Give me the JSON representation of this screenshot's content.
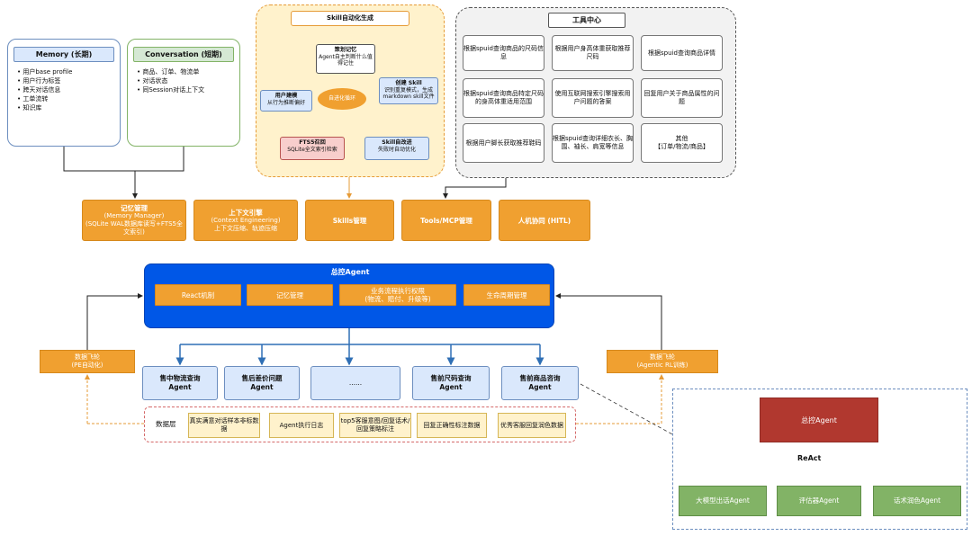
{
  "memory": {
    "title": "Memory (长期)",
    "items": [
      "用户base profile",
      "用户行为标签",
      "跨天对话信息",
      "工单流转",
      "知识库"
    ]
  },
  "conversation": {
    "title": "Conversation (短期)",
    "items": [
      "商品、订单、物流单",
      "对话状态",
      "同Session对话上下文"
    ]
  },
  "skill_gen": {
    "title": "Skill自动化生成",
    "plan": {
      "title": "策划记忆",
      "desc": "Agent自主判断什么值得记住"
    },
    "create": {
      "title": "创建 Skill",
      "desc": "识别重复模式，生成markdown skill文件"
    },
    "user_model": {
      "title": "用户建模",
      "desc": "从行为推断偏好"
    },
    "center": "自进化循环",
    "fts5": {
      "title": "FTS5召回",
      "desc": "SQLite全文索引检索"
    },
    "improve": {
      "title": "Skill自改进",
      "desc": "失败时自动优化"
    }
  },
  "tool_center": {
    "title": "工具中心",
    "cells": [
      "根据spuid查询商品的尺码信息",
      "根据用户身高体重获取推荐尺码",
      "根据spuid查询商品详情",
      "根据spuid查询商品特定尺码的身高体重适用范围",
      "使用互联网搜索引擎搜索用户问题的答案",
      "回复用户关于商品属性的问题",
      "根据用户脚长获取推荐鞋码",
      "根据spuid查询详细衣长、胸围、袖长、肩宽等信息",
      "其他\n【订单/物流/商品】"
    ]
  },
  "modules": {
    "memory_mgmt": {
      "title": "记忆管理",
      "en": "(Memory Manager)",
      "desc": "(SQLite WAL数据库读写+FTS5全文索引)"
    },
    "context": {
      "title": "上下文引擎",
      "en": "(Context Engineering)",
      "desc": "上下文压缩、轨迹压缩"
    },
    "skills": "Skills管理",
    "tools": "Tools/MCP管理",
    "hitl": "人机协同 (HITL)"
  },
  "master_agent": {
    "title": "总控Agent",
    "caps": [
      "React机制",
      "记忆管理",
      "业务流程执行权限\n(物流、赔付、升级等)",
      "生命周期管理"
    ]
  },
  "flywheels": {
    "left": {
      "title": "数据飞轮",
      "sub": "(PE自动化)"
    },
    "right": {
      "title": "数据飞轮",
      "sub": "(Agentic RL训练)"
    }
  },
  "agents": [
    "售中物流查询\nAgent",
    "售后差价问题\nAgent",
    "......",
    "售前尺码查询\nAgent",
    "售前商品咨询\nAgent"
  ],
  "data_layer": {
    "label": "数据层",
    "cells": [
      "真实满意对话样本非标数据",
      "Agent执行日志",
      "top5客服意图/回复话术/回复策略标注",
      "回复正确性标注数据",
      "优秀客服回复润色数据"
    ]
  },
  "react_detail": {
    "master": "总控Agent",
    "label": "ReAct",
    "agents": [
      "大模型出话Agent",
      "评估器Agent",
      "话术润色Agent"
    ]
  },
  "colors": {
    "orange": "#f0a030",
    "blue": "#0057e7",
    "light_blue": "#dae8fc",
    "red": "#b1382f",
    "green": "#82b366",
    "yellow": "#fff2cc"
  }
}
